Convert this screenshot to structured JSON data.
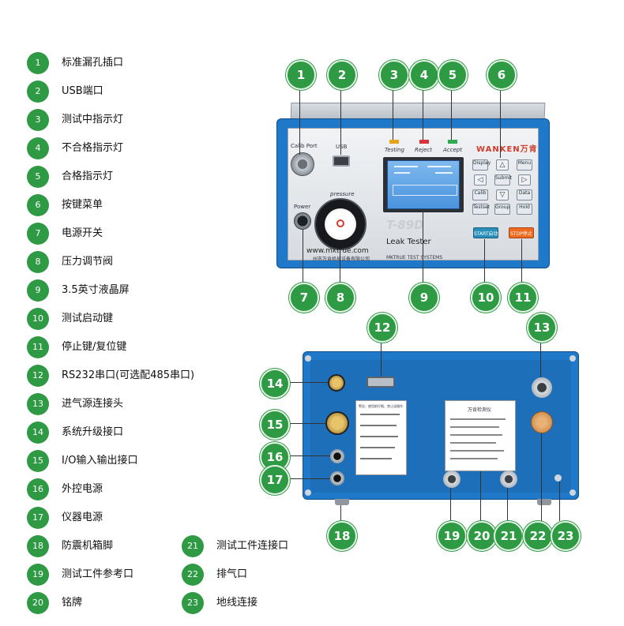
{
  "legend": [
    {
      "n": "1",
      "text": "标准漏孔插口"
    },
    {
      "n": "2",
      "text": "USB端口"
    },
    {
      "n": "3",
      "text": "测试中指示灯"
    },
    {
      "n": "4",
      "text": "不合格指示灯"
    },
    {
      "n": "5",
      "text": "合格指示灯"
    },
    {
      "n": "6",
      "text": "按键菜单"
    },
    {
      "n": "7",
      "text": "电源开关"
    },
    {
      "n": "8",
      "text": "压力调节阀"
    },
    {
      "n": "9",
      "text": "3.5英寸液晶屏"
    },
    {
      "n": "10",
      "text": "测试启动键"
    },
    {
      "n": "11",
      "text": "停止键/复位键"
    },
    {
      "n": "12",
      "text": "RS232串口(可选配485串口)"
    },
    {
      "n": "13",
      "text": "进气源连接头"
    },
    {
      "n": "14",
      "text": "系统升级接口"
    },
    {
      "n": "15",
      "text": "I/O输入输出接口"
    },
    {
      "n": "16",
      "text": "外控电源"
    },
    {
      "n": "17",
      "text": "仪器电源"
    },
    {
      "n": "18",
      "text": "防震机箱脚"
    },
    {
      "n": "19",
      "text": "测试工件参考口"
    },
    {
      "n": "20",
      "text": "铭牌"
    },
    {
      "n": "21",
      "text": "测试工件连接口"
    },
    {
      "n": "22",
      "text": "排气口"
    },
    {
      "n": "23",
      "text": "地线连接"
    }
  ],
  "callouts": [
    "1",
    "2",
    "3",
    "4",
    "5",
    "6",
    "7",
    "8",
    "9",
    "10",
    "11",
    "12",
    "13",
    "14",
    "15",
    "16",
    "17",
    "18",
    "19",
    "20",
    "21",
    "22",
    "23"
  ],
  "front": {
    "calib_port": "Calib Port",
    "usb": "USB",
    "testing": "Testing",
    "reject": "Reject",
    "accept": "Accept",
    "brand": "WANKEN万肯",
    "model": "T-89D",
    "leak_tester": "Leak Tester",
    "power": "Power",
    "pressure": "pressure",
    "website": "www.mktrue.com",
    "company_cn": "州市万肯机械设备有限公司",
    "systems": "MKTRUE TEST SYSTEMS",
    "start": "START启动",
    "stop": "STOP停止",
    "keys": {
      "display": "Display",
      "menu": "Menu",
      "submit": "Submit",
      "calib": "Calib",
      "data": "Data",
      "testset": "Testset",
      "group": "Group",
      "hold": "Hold"
    }
  },
  "rear": {
    "nameplate_title": "万肯检测仪",
    "caution_title": "警告：使用前仔细，禁止误操作"
  },
  "colors": {
    "badge": "#2f9a44",
    "case": "#1f78c8",
    "testing_led": "#e8a317",
    "reject_led": "#d8323a",
    "accept_led": "#2faa55",
    "start_key": "#2a8fb8",
    "stop_key": "#ee6a20"
  }
}
